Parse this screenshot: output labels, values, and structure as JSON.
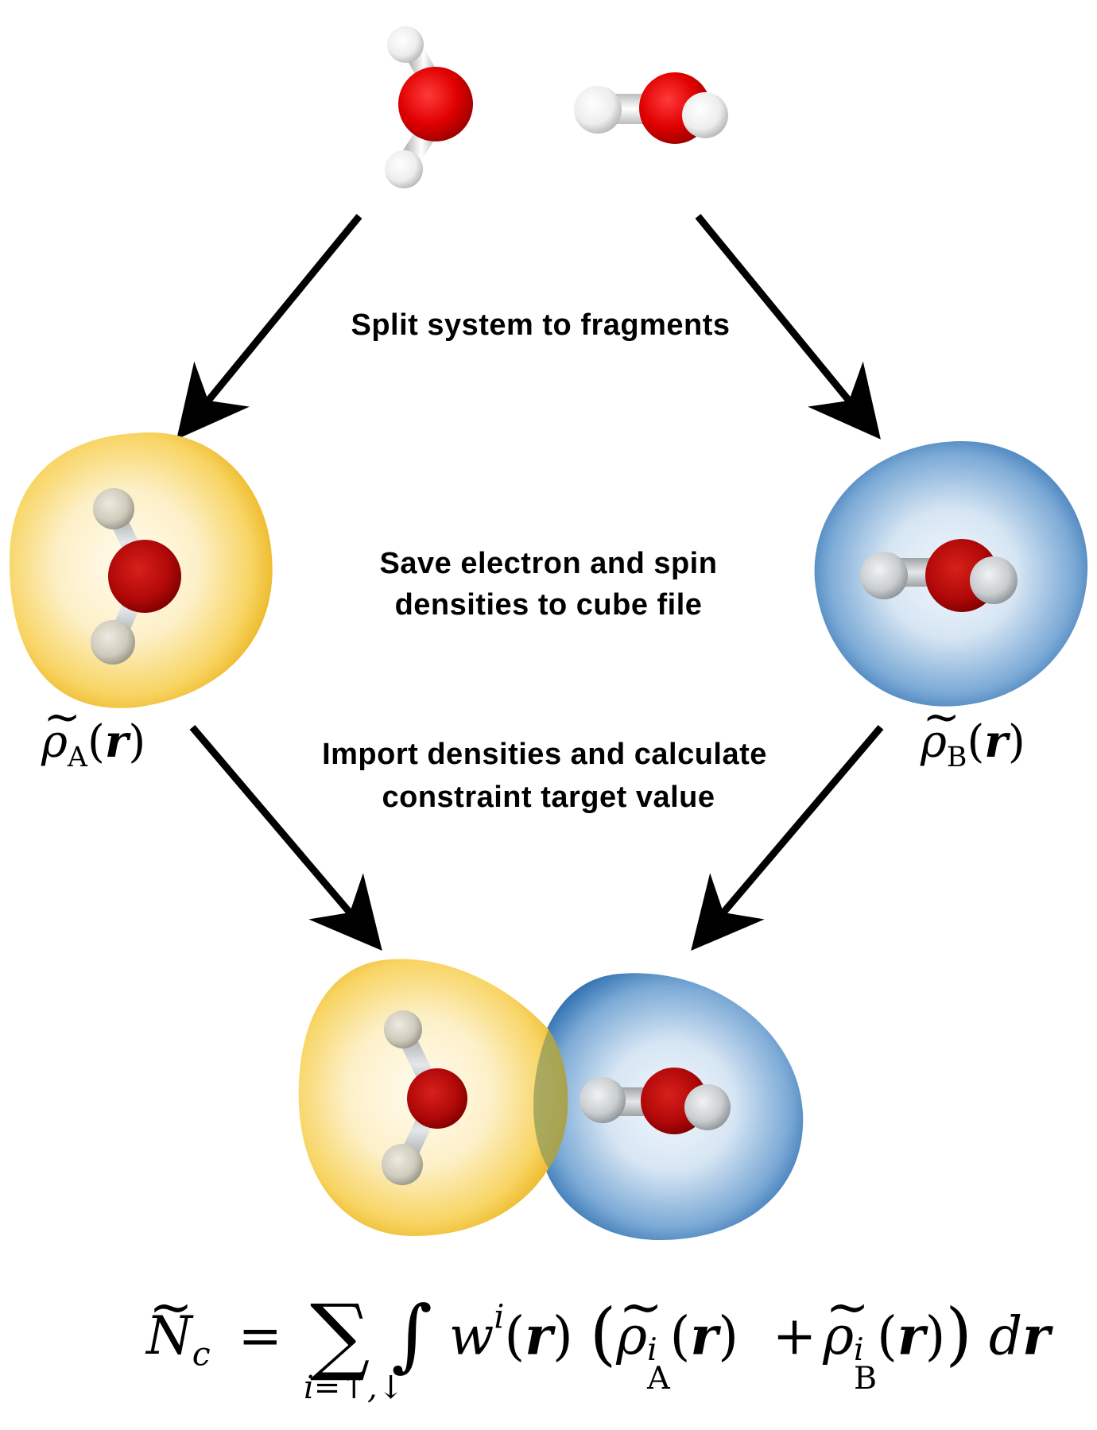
{
  "steps": {
    "split": "Split system to fragments",
    "save_line1": "Save electron and spin",
    "save_line2": "densities to cube file",
    "import_line1": "Import densities and calculate",
    "import_line2": "constraint target value"
  },
  "fragments": {
    "a": {
      "symbol": "ρ",
      "subscript": "A",
      "arg": "r",
      "color": "#F2B70F",
      "name": "fragment A density"
    },
    "b": {
      "symbol": "ρ",
      "subscript": "B",
      "arg": "r",
      "color": "#1F6EB5",
      "name": "fragment B density"
    }
  },
  "molecules": {
    "oxygen_color": "#E00000",
    "hydrogen_color": "#F2F2F2",
    "count": 2,
    "type": "water (H2O)"
  },
  "formula": {
    "lhs_symbol": "N",
    "lhs_subscript": "c",
    "equals": "=",
    "sum_symbol": "∑",
    "sum_index": "i=↑,↓",
    "integral": "∫",
    "weight": "w",
    "weight_sup": "i",
    "arg": "r",
    "rho": "ρ",
    "rho_sup": "i",
    "sub_a": "A",
    "sub_b": "B",
    "plus": "+",
    "d": "d",
    "open_paren": "(",
    "close_paren": ")"
  }
}
